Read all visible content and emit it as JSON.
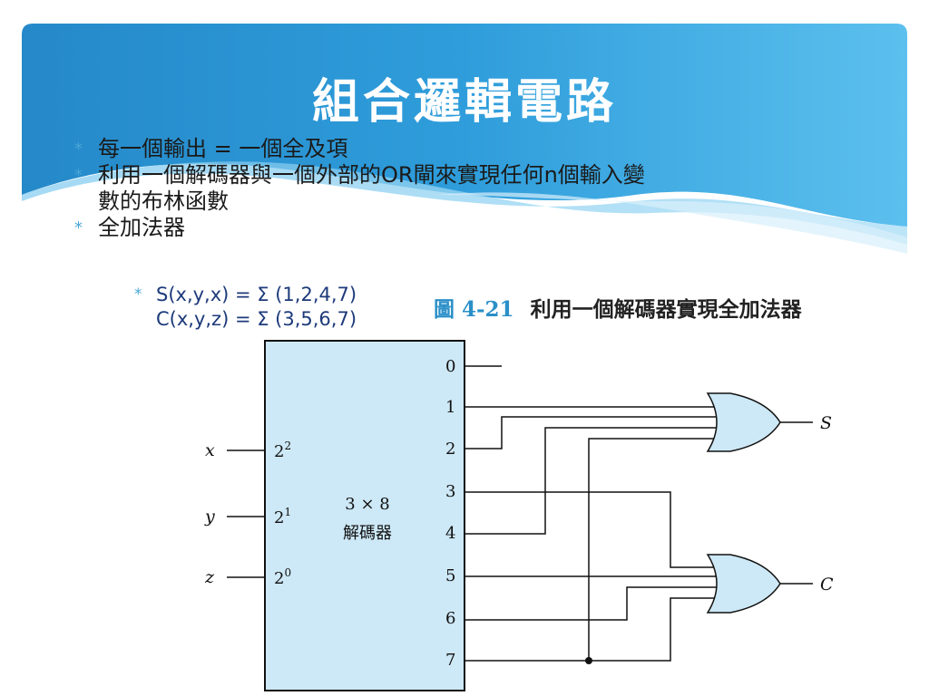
{
  "slide": {
    "title": "組合邏輯電路",
    "bullets": [
      "每一個輸出 = 一個全及項",
      "利用一個解碼器與一個外部的OR閘來實現任何n個輸入變",
      "數的布林函數",
      "全加法器"
    ],
    "sub_bullets": [
      "S(x,y,x) = Σ (1,2,4,7)",
      "C(x,y,z) = Σ (3,5,6,7)"
    ],
    "bullet_marker": "*"
  },
  "figure": {
    "number": "圖 4-21",
    "caption": "利用一個解碼器實現全加法器",
    "decoder": {
      "line1": "3 × 8",
      "line2": "解碼器"
    },
    "inputs": [
      {
        "name": "x",
        "weight_base": "2",
        "weight_exp": "2"
      },
      {
        "name": "y",
        "weight_base": "2",
        "weight_exp": "1"
      },
      {
        "name": "z",
        "weight_base": "2",
        "weight_exp": "0"
      }
    ],
    "outputs": [
      "0",
      "1",
      "2",
      "3",
      "4",
      "5",
      "6",
      "7"
    ],
    "gate_outputs": {
      "sum": "S",
      "carry": "C"
    }
  },
  "colors": {
    "banner": "#2d9ad6",
    "box_fill": "#cde8f6",
    "gate_fill": "#cde8f6",
    "caption_number": "#2a8fc8"
  }
}
